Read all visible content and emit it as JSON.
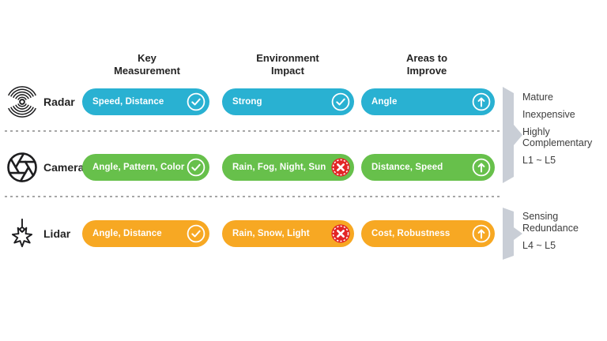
{
  "columns": [
    {
      "label": "Key\nMeasurement"
    },
    {
      "label": "Environment\nImpact"
    },
    {
      "label": "Areas to\nImprove"
    }
  ],
  "rows": [
    {
      "label": "Radar",
      "icon": "radar-icon",
      "color": "#29b1d2",
      "cells": [
        {
          "text": "Speed, Distance",
          "status": "check"
        },
        {
          "text": "Strong",
          "status": "check"
        },
        {
          "text": "Angle",
          "status": "improve-arrow"
        }
      ]
    },
    {
      "label": "Camera",
      "icon": "camera-aperture-icon",
      "color": "#67c04b",
      "cells": [
        {
          "text": "Angle, Pattern, Color",
          "status": "check"
        },
        {
          "text": "Rain, Fog, Night, Sun",
          "status": "cross"
        },
        {
          "text": "Distance, Speed",
          "status": "improve-arrow"
        }
      ]
    },
    {
      "label": "Lidar",
      "icon": "lidar-icon",
      "color": "#f7a823",
      "cells": [
        {
          "text": "Angle, Distance",
          "status": "check"
        },
        {
          "text": "Rain, Snow, Light",
          "status": "cross"
        },
        {
          "text": "Cost, Robustness",
          "status": "improve-arrow"
        }
      ]
    }
  ],
  "annotations": [
    {
      "items": [
        "Mature",
        "Inexpensive",
        "Highly\nComplementary",
        "L1 ~ L5"
      ]
    },
    {
      "items": [
        "Sensing\nRedundance",
        "L4 ~ L5"
      ]
    }
  ],
  "colors": {
    "radar": "#29b1d2",
    "camera": "#67c04b",
    "lidar": "#f7a823",
    "cross_badge": "#e32526",
    "bracket": "#c9ced6",
    "divider": "#a6a6a6",
    "text_dark": "#242424"
  }
}
